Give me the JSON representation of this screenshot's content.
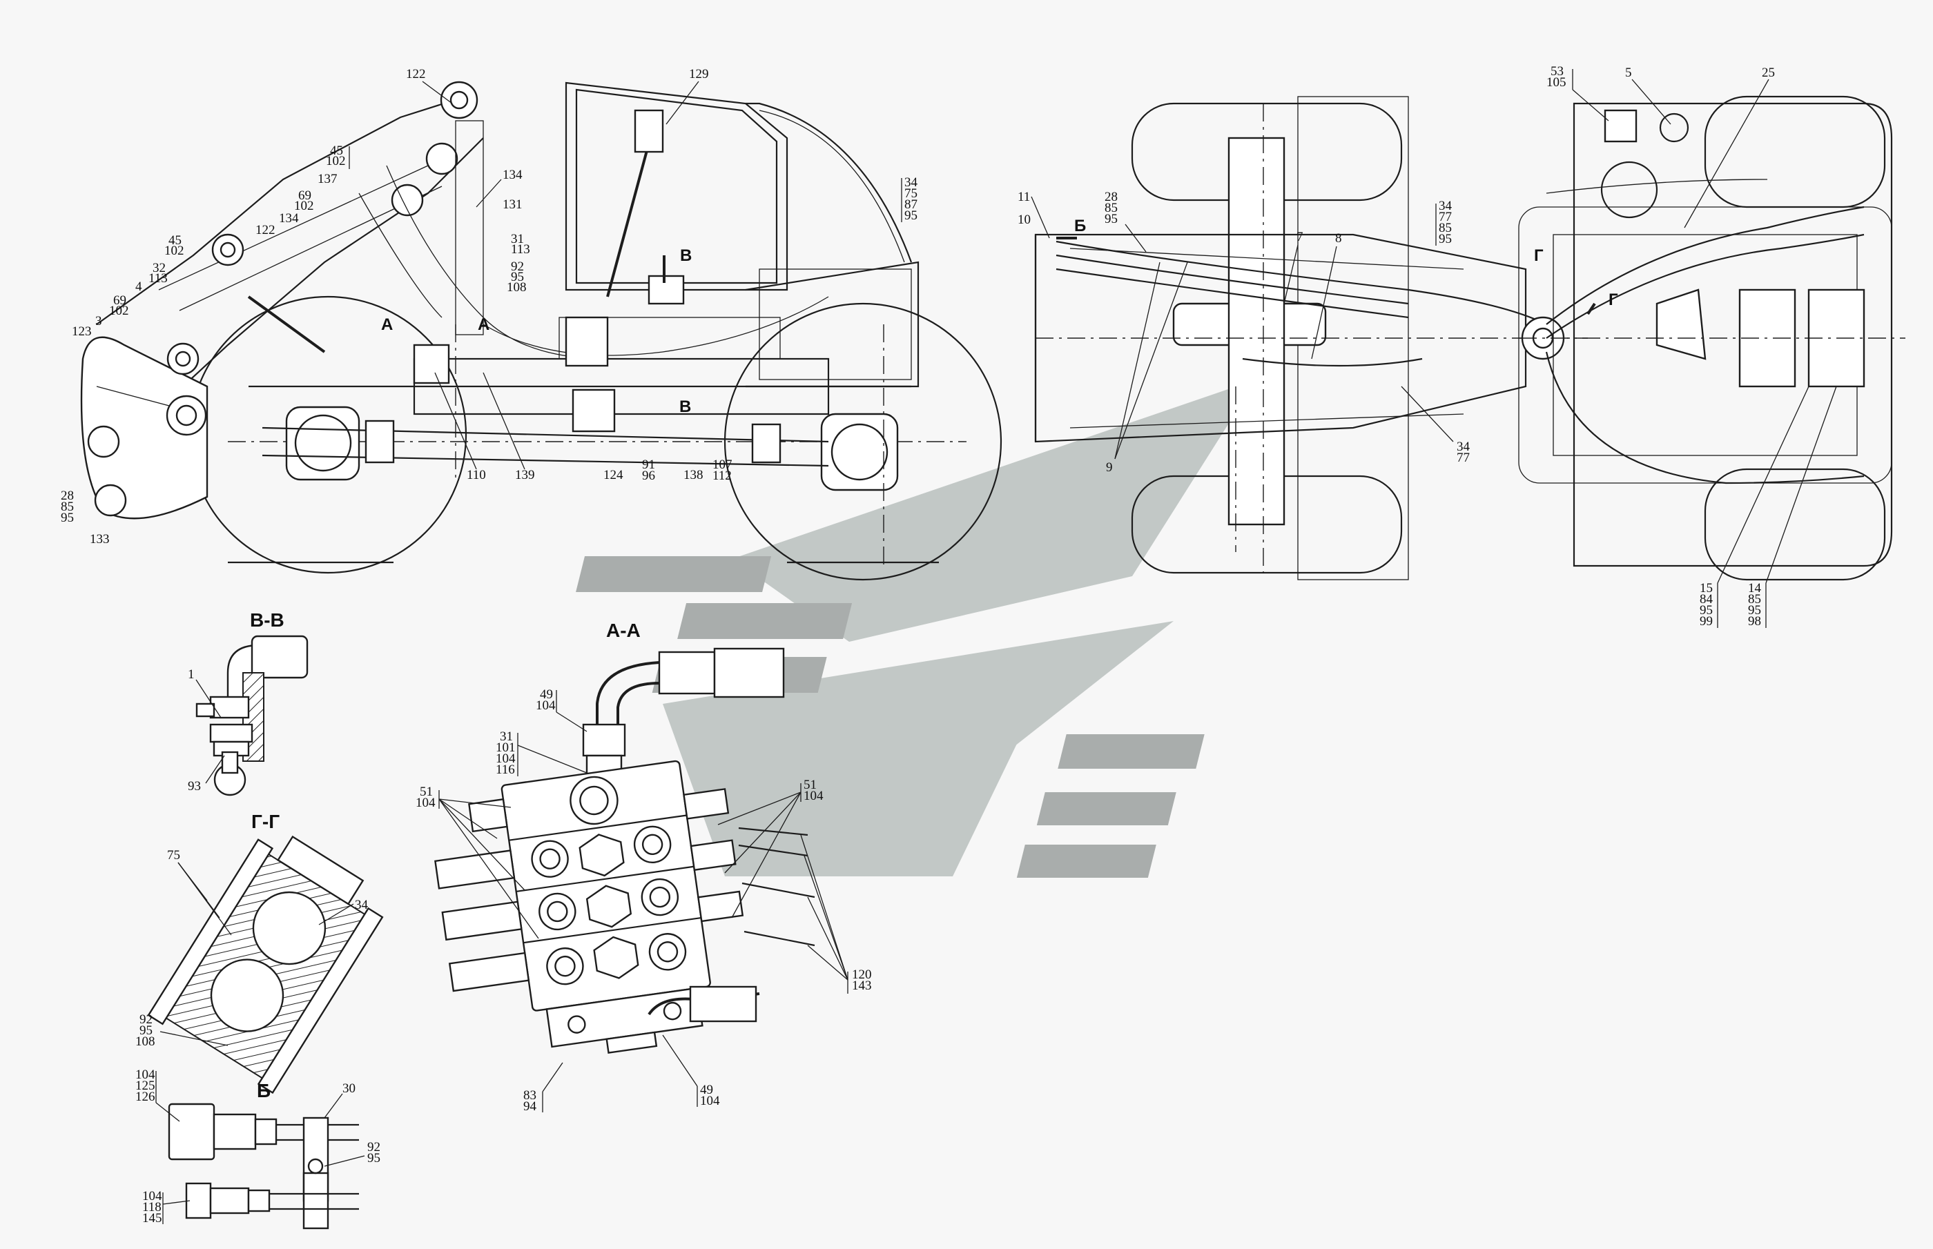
{
  "sections": {
    "vv": "В-В",
    "gg": "Г-Г",
    "aa": "А-А",
    "b": "Б"
  },
  "arrows": {
    "a": "А",
    "v": "В",
    "b": "Б",
    "g": "Г"
  },
  "side_view_labels": {
    "l122_top": "122",
    "l129": "129",
    "l45_102_a": [
      "45",
      "102"
    ],
    "l137": "137",
    "l134_a": "134",
    "l69_102_a": [
      "69",
      "102"
    ],
    "l131": "131",
    "l122_mid": "122",
    "l134_b": "134",
    "l31_113": [
      "31",
      "113"
    ],
    "l45_102_b": [
      "45",
      "102"
    ],
    "l92_95_108": [
      "92",
      "95",
      "108"
    ],
    "l32_113": [
      "32",
      "113"
    ],
    "l4": "4",
    "l69_102_b": [
      "69",
      "102"
    ],
    "l3": "3",
    "l123": "123",
    "l34_75_87_95": [
      "34",
      "75",
      "87",
      "95"
    ],
    "l28_85_95": [
      "28",
      "85",
      "95"
    ],
    "l133": "133",
    "l110": "110",
    "l139": "139",
    "l124": "124",
    "l91_96": [
      "91",
      "96"
    ],
    "l138": "138",
    "l107_112": [
      "107",
      "112"
    ]
  },
  "plan_view_labels": {
    "l11": "11",
    "l10": "10",
    "l28_85_95": [
      "28",
      "85",
      "95"
    ],
    "l7": "7",
    "l8": "8",
    "l34_77_85_95": [
      "34",
      "77",
      "85",
      "95"
    ],
    "l9": "9",
    "l34_77": [
      "34",
      "77"
    ],
    "l53_105": [
      "53",
      "105"
    ],
    "l5": "5",
    "l25": "25",
    "l15_84_95_99": [
      "15",
      "84",
      "95",
      "99"
    ],
    "l14_85_95_98": [
      "14",
      "85",
      "95",
      "98"
    ]
  },
  "detail_labels": {
    "vv_1": "1",
    "vv_93": "93",
    "gg_75": "75",
    "gg_34": "34",
    "gg_92_95_108": [
      "92",
      "95",
      "108"
    ],
    "b_104_125_126": [
      "104",
      "125",
      "126"
    ],
    "b_30": "30",
    "b_92_95": [
      "92",
      "95"
    ],
    "b_104_118_145": [
      "104",
      "118",
      "145"
    ],
    "aa_49_104_top": [
      "49",
      "104"
    ],
    "aa_31_101_104_116": [
      "31",
      "101",
      "104",
      "116"
    ],
    "aa_51_104_left": [
      "51",
      "104"
    ],
    "aa_51_104_right": [
      "51",
      "104"
    ],
    "aa_120_143": [
      "120",
      "143"
    ],
    "aa_83_94": [
      "83",
      "94"
    ],
    "aa_49_104_bottom": [
      "49",
      "104"
    ]
  }
}
